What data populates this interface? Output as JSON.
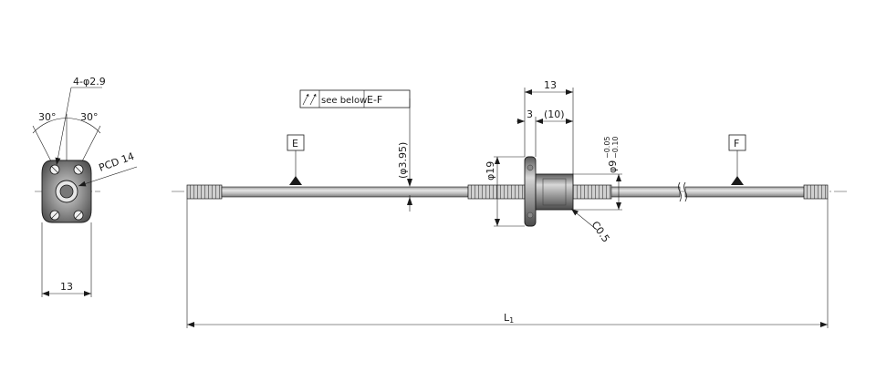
{
  "end_view": {
    "hole_spec": "4-φ2.9",
    "angle_left": "30°",
    "angle_right": "30°",
    "pcd": "PCD 14",
    "width": "13"
  },
  "datums": {
    "e": "E",
    "f": "F"
  },
  "tolerance_frame": {
    "symbol": "runout-icon",
    "note": "see below",
    "datum_ref": "E-F"
  },
  "dims": {
    "shaft_dia": "(φ3.95)",
    "flange_dia": "φ19",
    "nut_length": "13",
    "flange_thk": "3",
    "nut_body": "(10)",
    "nut_dia_base": "φ9",
    "nut_dia_tol_upper": "−0.05",
    "nut_dia_tol_lower": "−0.10",
    "chamfer": "C0.5",
    "overall_length": "L",
    "overall_length_sub": "1"
  }
}
